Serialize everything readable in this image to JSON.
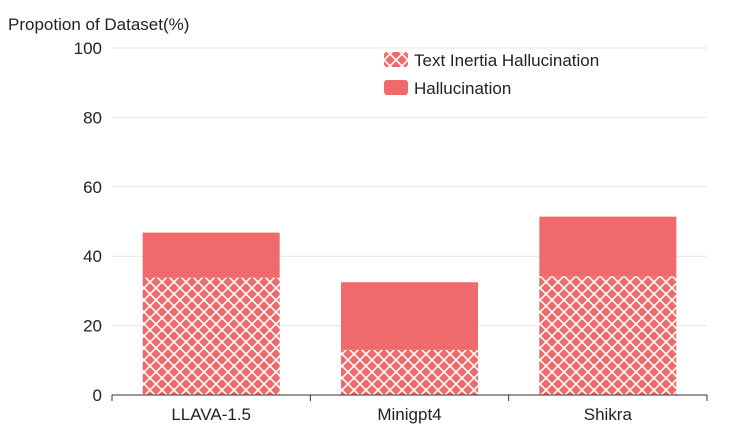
{
  "chart_data": {
    "type": "bar",
    "stacked": true,
    "ylabel": "Propotion of Dataset(%)",
    "xlabel": "",
    "ylim": [
      0,
      100
    ],
    "yticks": [
      "0",
      "20",
      "40",
      "60",
      "80",
      "100"
    ],
    "categories": [
      "LLAVA-1.5",
      "Minigpt4",
      "Shikra"
    ],
    "series": [
      {
        "name": "Text Inertia Hallucination",
        "values": [
          33.8,
          13.0,
          34.2
        ],
        "color": "#ef6a6a",
        "pattern": "crosshatch"
      },
      {
        "name": "Hallucination",
        "values": [
          13.0,
          19.5,
          17.2
        ],
        "color": "#ef6a6a",
        "pattern": "solid"
      }
    ],
    "legend_position": "top-right",
    "grid": true,
    "colors": {
      "bar": "#ef6a6a",
      "grid": "#e6e6e6",
      "axis": "#333333"
    }
  }
}
